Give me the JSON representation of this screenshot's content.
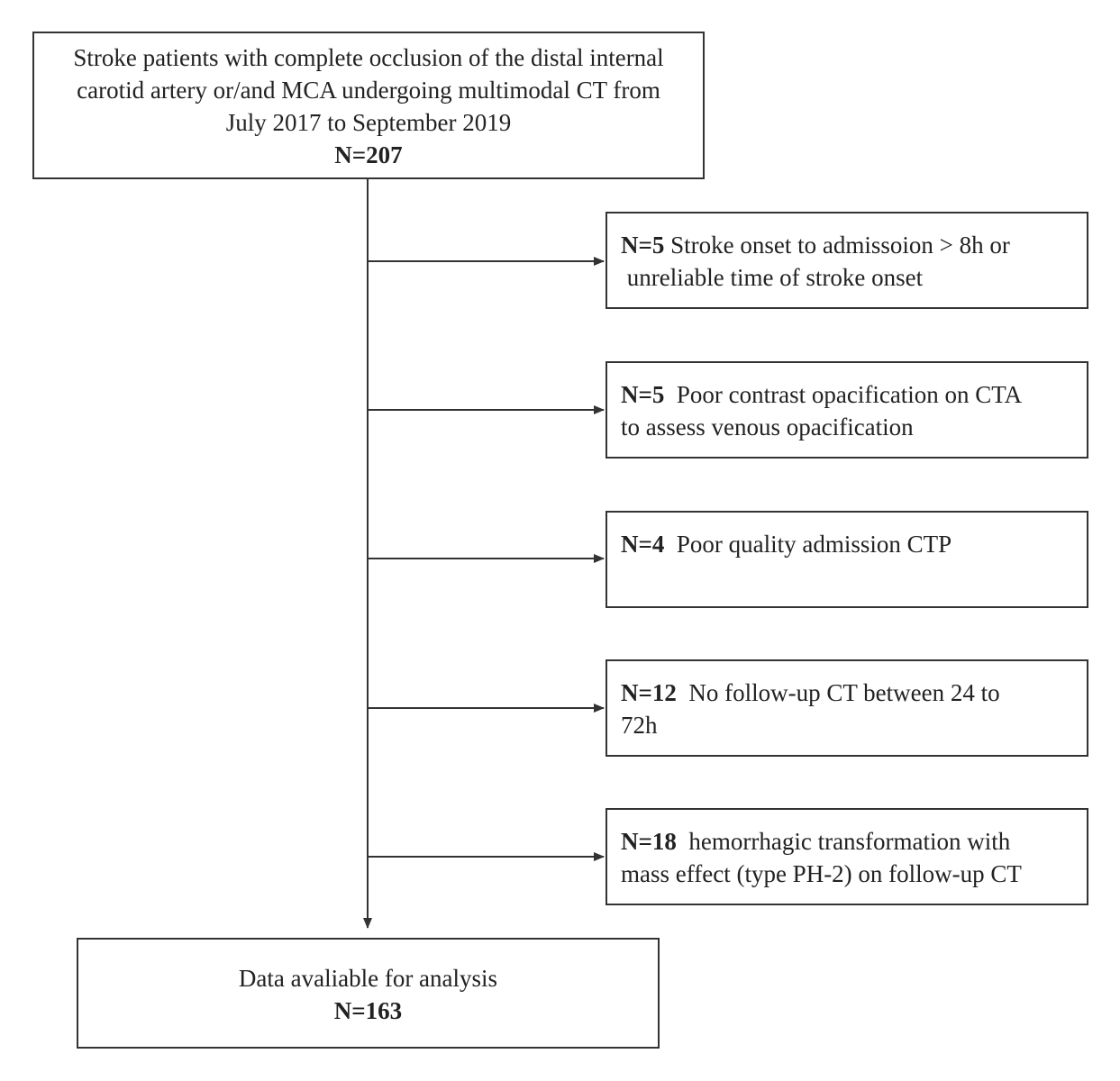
{
  "top": {
    "lines": [
      "Stroke patients with complete occlusion of the distal internal",
      "carotid artery or/and MCA undergoing multimodal CT from",
      "July 2017 to September 2019"
    ],
    "n": "N=207"
  },
  "exclusions": [
    {
      "n": "N=5",
      "text": " Stroke onset to admissoion > 8h or",
      "text2": " unreliable time of stroke onset"
    },
    {
      "n": "N=5",
      "text": "  Poor contrast opacification on CTA",
      "text2": "to assess venous opacification"
    },
    {
      "n": "N=4",
      "text": "  Poor quality admission CTP",
      "text2": ""
    },
    {
      "n": "N=12",
      "text": "  No follow-up CT between 24 to",
      "text2": "72h"
    },
    {
      "n": "N=18",
      "text": "  hemorrhagic transformation with",
      "text2": "mass effect (type PH-2) on follow-up CT"
    }
  ],
  "bottom": {
    "label": "Data avaliable for analysis",
    "n": "N=163"
  },
  "colors": {
    "line": "#333333",
    "text": "#222222"
  }
}
